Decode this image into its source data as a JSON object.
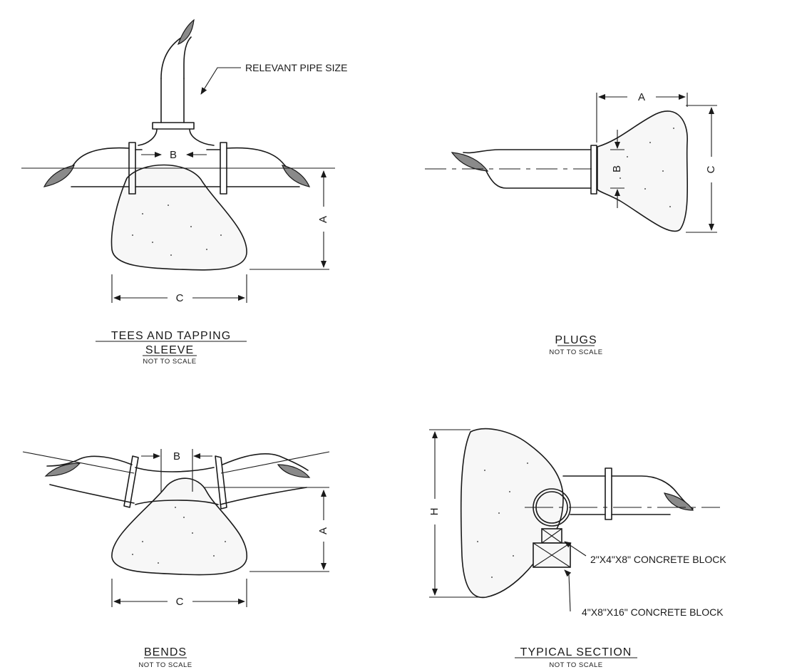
{
  "details": {
    "tees": {
      "title_line1": "TEES AND TAPPING",
      "title_line2": "SLEEVE",
      "subtitle": "NOT TO SCALE",
      "dim_a": "A",
      "dim_b": "B",
      "dim_c": "C",
      "callout": "RELEVANT PIPE SIZE"
    },
    "plugs": {
      "title": "PLUGS",
      "subtitle": "NOT TO SCALE",
      "dim_a": "A",
      "dim_b": "B",
      "dim_c": "C"
    },
    "bends": {
      "title": "BENDS",
      "subtitle": "NOT TO SCALE",
      "dim_a": "A",
      "dim_b": "B",
      "dim_c": "C"
    },
    "section": {
      "title": "TYPICAL SECTION",
      "subtitle": "NOT TO SCALE",
      "dim_h": "H",
      "callout_small_block": "2\"X4\"X8\" CONCRETE BLOCK",
      "callout_large_block": "4\"X8\"X16\" CONCRETE BLOCK"
    }
  }
}
